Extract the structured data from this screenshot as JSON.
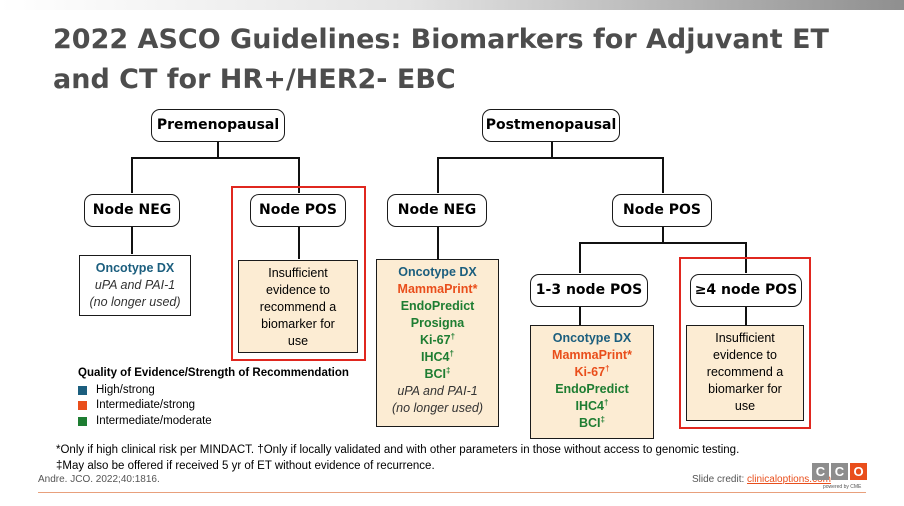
{
  "title": "2022 ASCO Guidelines: Biomarkers for Adjuvant ET and CT for HR+/HER2- EBC",
  "colors": {
    "teal": "#1b5e7e",
    "orange": "#e94e1b",
    "green": "#1e7d32",
    "red_outline": "#e0271f",
    "box_fill": "#fcecd3"
  },
  "premenopausal": {
    "label": "Premenopausal",
    "node_neg": {
      "label": "Node NEG",
      "box": {
        "line1": "Oncotype DX",
        "line2": "uPA and PAI-1",
        "line3": "(no longer used)"
      }
    },
    "node_pos": {
      "label": "Node POS",
      "box": {
        "line1": "Insufficient",
        "line2": "evidence to",
        "line3": "recommend a",
        "line4": "biomarker for",
        "line5": "use"
      }
    }
  },
  "postmenopausal": {
    "label": "Postmenopausal",
    "node_neg": {
      "label": "Node NEG",
      "box": {
        "oncotype": "Oncotype DX",
        "mammaprint": "MammaPrint*",
        "endopredict": "EndoPredict",
        "prosigna": "Prosigna",
        "ki67": "Ki-67",
        "ki67_mark": "†",
        "ihc4": "IHC4",
        "ihc4_mark": "†",
        "bci": "BCI",
        "bci_mark": "‡",
        "upa": "uPA and PAI-1",
        "nlu": "(no longer used)"
      }
    },
    "node_pos": {
      "label": "Node POS",
      "one_three": {
        "label": "1-3 node POS",
        "box": {
          "oncotype": "Oncotype DX",
          "mammaprint": "MammaPrint*",
          "ki67": "Ki-67",
          "ki67_mark": "†",
          "endopredict": "EndoPredict",
          "ihc4": "IHC4",
          "ihc4_mark": "†",
          "bci": "BCI",
          "bci_mark": "‡"
        }
      },
      "four_plus": {
        "label": "≥4 node POS",
        "box": {
          "line1": "Insufficient",
          "line2": "evidence to",
          "line3": "recommend a",
          "line4": "biomarker for",
          "line5": "use"
        }
      }
    }
  },
  "legend": {
    "title": "Quality of Evidence/Strength of Recommendation",
    "items": [
      {
        "label": "High/strong",
        "color": "#1b5e7e"
      },
      {
        "label": "Intermediate/strong",
        "color": "#e94e1b"
      },
      {
        "label": "Intermediate/moderate",
        "color": "#1e7d32"
      }
    ]
  },
  "footnotes": {
    "line1": "*Only if high clinical risk per MINDACT. †Only if locally validated and with other parameters in those without access to genomic testing.",
    "line2": "‡May also be offered if received 5 yr of ET without evidence of recurrence."
  },
  "citation": "Andre. JCO. 2022;40:1816.",
  "credit": {
    "prefix": "Slide credit: ",
    "link": "clinicaloptions.com"
  },
  "logo": {
    "letters": [
      "C",
      "C",
      "O"
    ],
    "subtitle": "powered by CME"
  }
}
